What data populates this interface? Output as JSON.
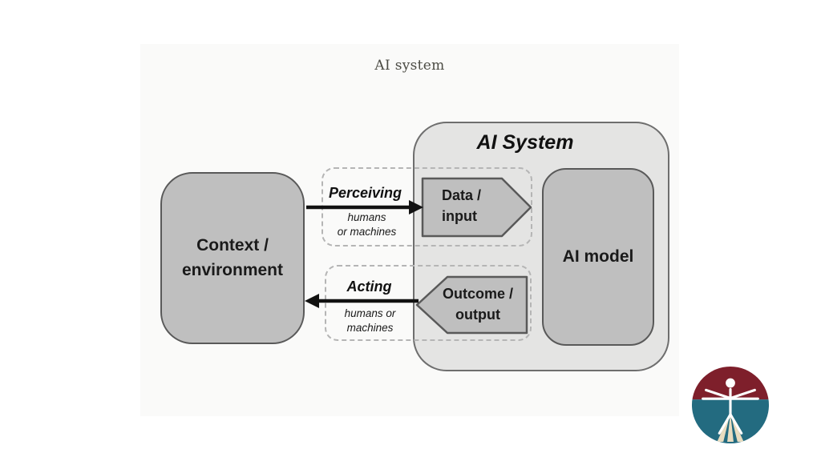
{
  "slide": {
    "title": "AI system"
  },
  "diagram": {
    "context_box": {
      "line1": "Context /",
      "line2": "environment"
    },
    "ai_system_container": {
      "title": "AI System"
    },
    "data_input_box": {
      "line1": "Data /",
      "line2": "input"
    },
    "ai_model_box": {
      "label": "AI model"
    },
    "outcome_box": {
      "line1": "Outcome /",
      "line2": "output"
    },
    "perceiving_flow": {
      "label": "Perceiving",
      "note_line1": "humans",
      "note_line2": "or machines"
    },
    "acting_flow": {
      "label": "Acting",
      "note_line1": "humans or",
      "note_line2": "machines"
    }
  },
  "logo": {
    "name": "vitruvian-man-logo"
  },
  "colors": {
    "box_fill": "#bfbfbf",
    "box_border": "#595959",
    "container_fill": "#e4e4e3",
    "container_border": "#6e6e6e",
    "dashed_border": "#b5b5b5",
    "arrow": "#111111",
    "title_text": "#4b4b44",
    "logo_red": "#7e1f2b",
    "logo_teal": "#236b80",
    "logo_beige": "#e8dcc0"
  }
}
